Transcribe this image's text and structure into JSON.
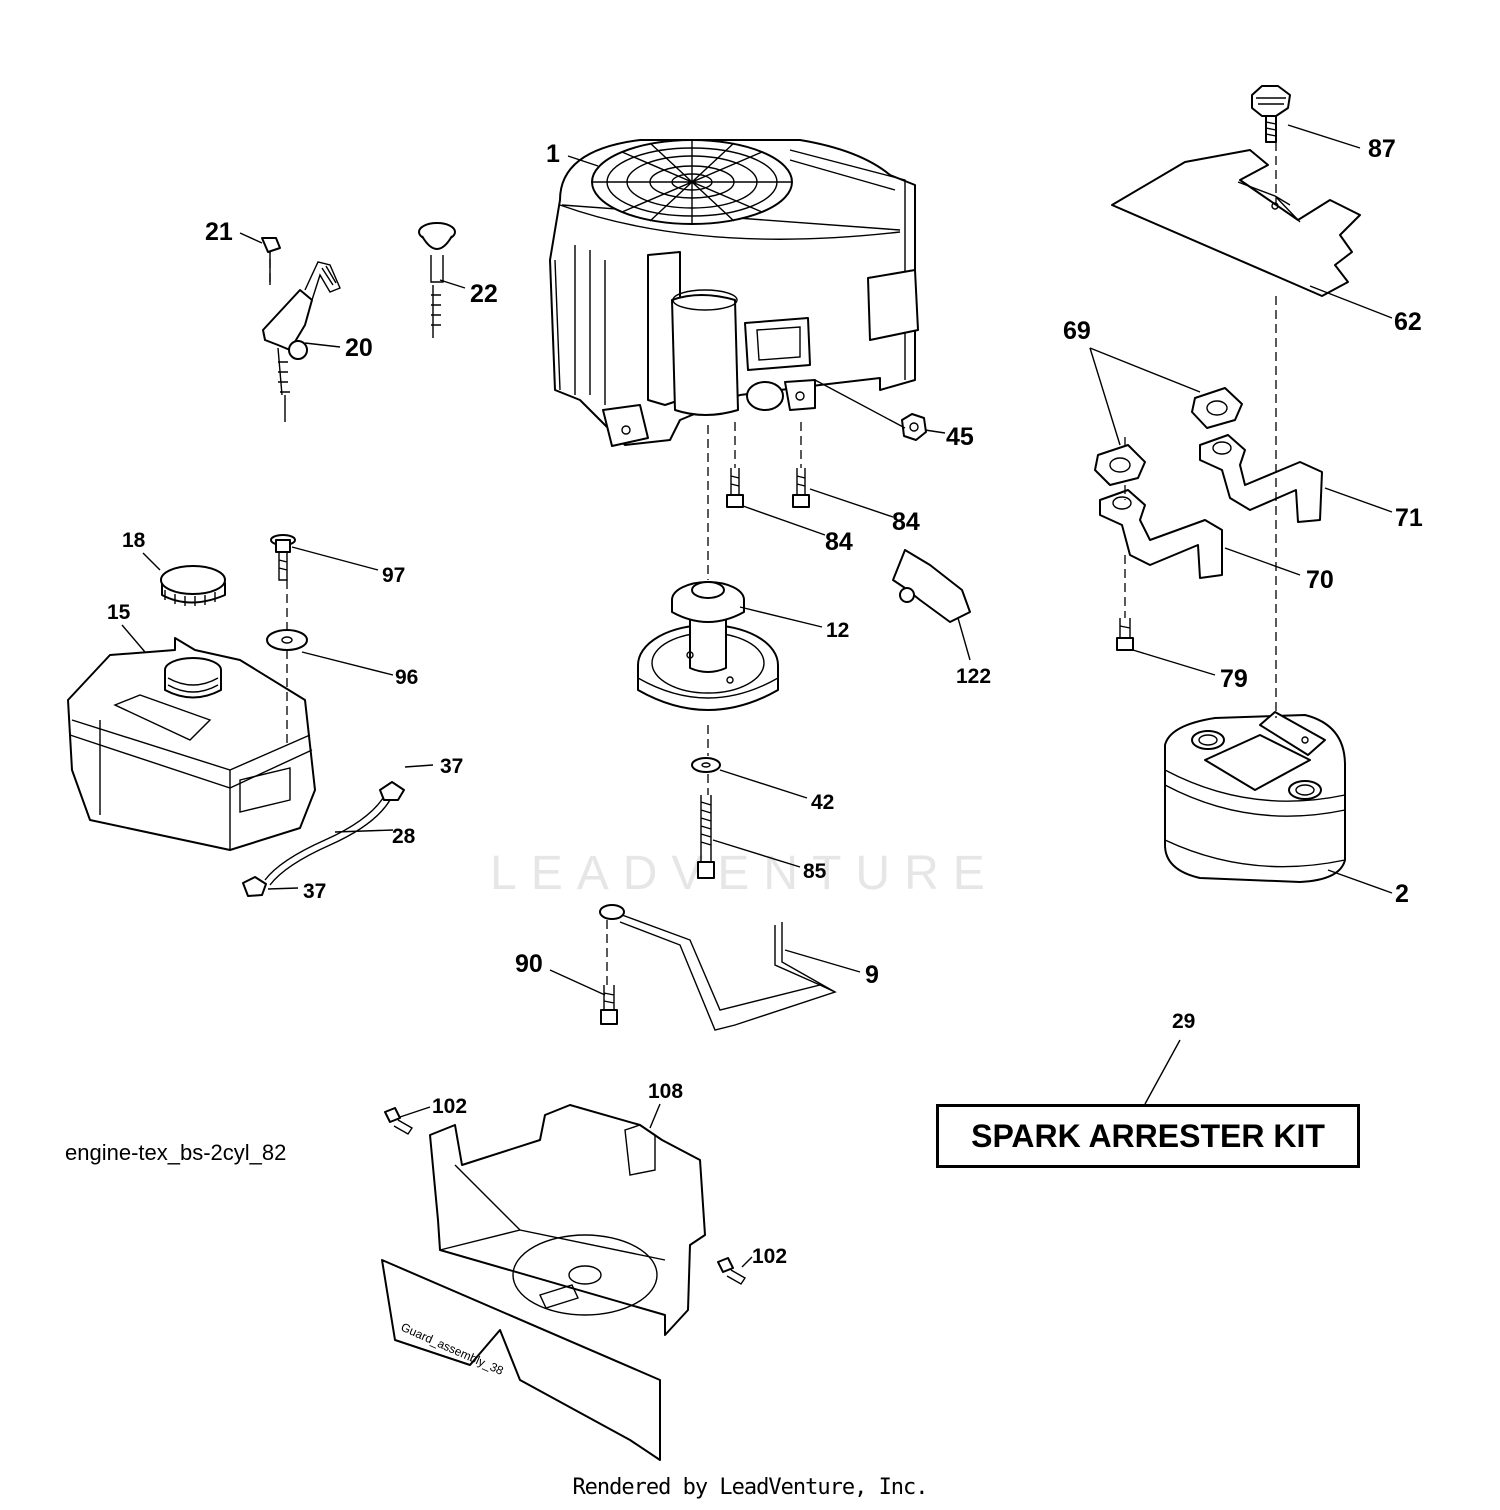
{
  "diagram": {
    "file_label": "engine-tex_bs-2cyl_82",
    "kit_label": "SPARK ARRESTER KIT",
    "credit": "Rendered by LeadVenture, Inc.",
    "watermark": "LEADVENTURE",
    "guard_stamp": "Guard_assembly_38",
    "callouts": [
      {
        "id": "c1",
        "text": "1"
      },
      {
        "id": "c2",
        "text": "2"
      },
      {
        "id": "c9",
        "text": "9"
      },
      {
        "id": "c12",
        "text": "12"
      },
      {
        "id": "c15",
        "text": "15"
      },
      {
        "id": "c18",
        "text": "18"
      },
      {
        "id": "c20",
        "text": "20"
      },
      {
        "id": "c21",
        "text": "21"
      },
      {
        "id": "c22",
        "text": "22"
      },
      {
        "id": "c28",
        "text": "28"
      },
      {
        "id": "c29",
        "text": "29"
      },
      {
        "id": "c37a",
        "text": "37"
      },
      {
        "id": "c37b",
        "text": "37"
      },
      {
        "id": "c42",
        "text": "42"
      },
      {
        "id": "c45",
        "text": "45"
      },
      {
        "id": "c62",
        "text": "62"
      },
      {
        "id": "c69",
        "text": "69"
      },
      {
        "id": "c70",
        "text": "70"
      },
      {
        "id": "c71",
        "text": "71"
      },
      {
        "id": "c79",
        "text": "79"
      },
      {
        "id": "c84a",
        "text": "84"
      },
      {
        "id": "c84b",
        "text": "84"
      },
      {
        "id": "c85",
        "text": "85"
      },
      {
        "id": "c87",
        "text": "87"
      },
      {
        "id": "c90",
        "text": "90"
      },
      {
        "id": "c96",
        "text": "96"
      },
      {
        "id": "c97",
        "text": "97"
      },
      {
        "id": "c102a",
        "text": "102"
      },
      {
        "id": "c102b",
        "text": "102"
      },
      {
        "id": "c108",
        "text": "108"
      },
      {
        "id": "c122",
        "text": "122"
      }
    ]
  }
}
